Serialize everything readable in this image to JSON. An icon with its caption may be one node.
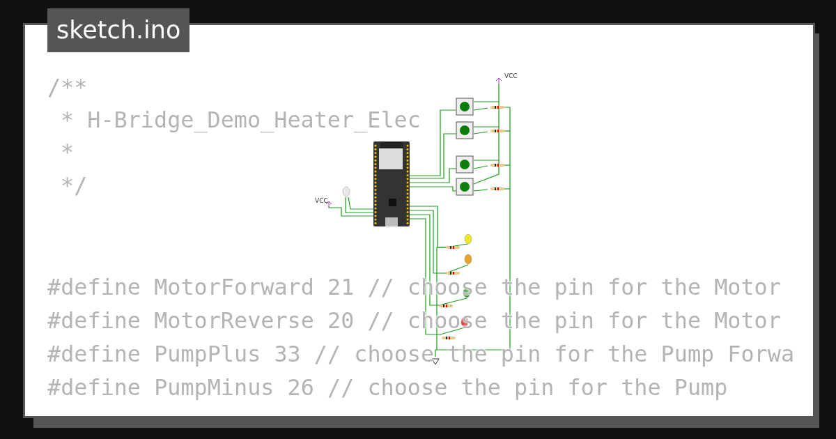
{
  "diagram": {
    "title": "sketch.ino",
    "labels": [
      "VCC",
      "/**",
      "* H-Bridge_Demo_Heater_Elec",
      "*",
      "*/",
      "VCC",
      "#define MotorForward 21 // choose the pin for the Motor",
      "#define MotorReverse 20 // choose the pin for the Motor",
      "#define PumpPlus 33 // choose the pin for the Pump Forwa",
      "#define PumpMinus 26 // choose the pin for the Pump"
    ]
  }
}
